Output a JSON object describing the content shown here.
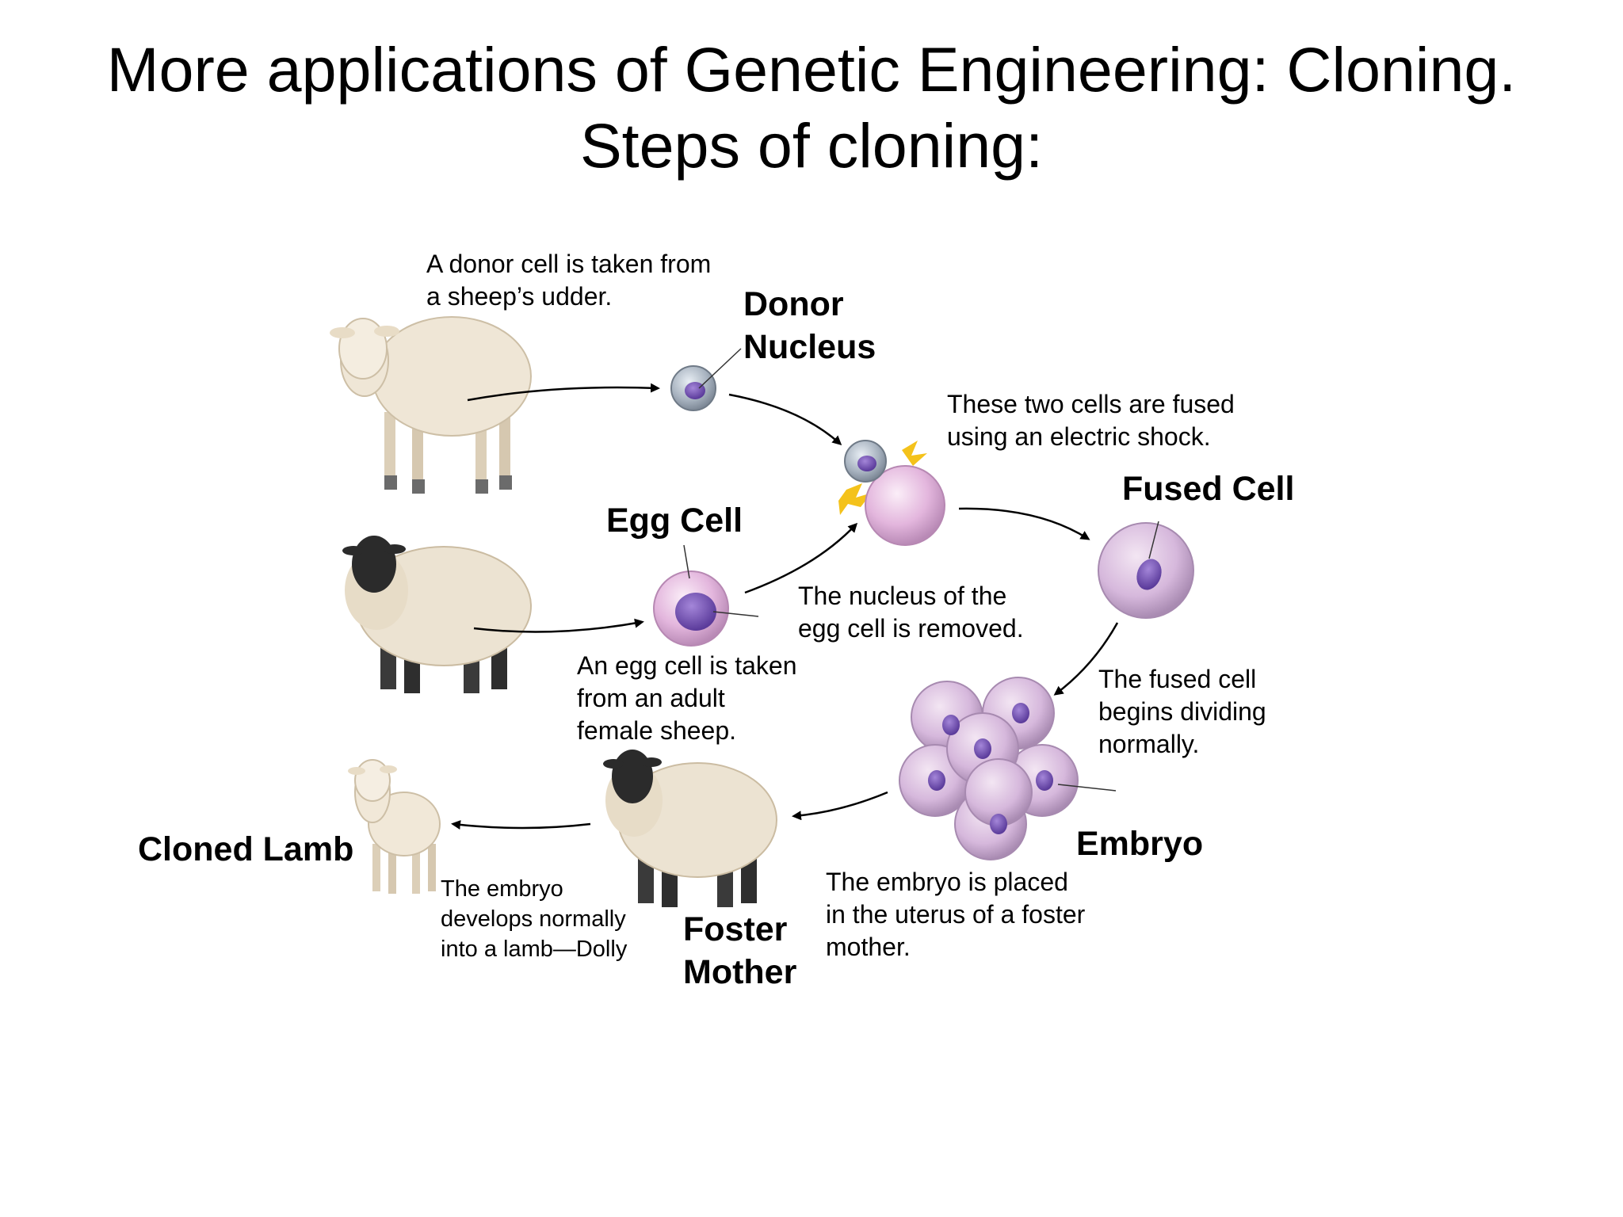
{
  "slide": {
    "title_line1": "More applications of Genetic Engineering: Cloning.",
    "title_line2": "Steps of cloning:"
  },
  "labels": {
    "donor_nucleus": [
      "Donor",
      "Nucleus"
    ],
    "egg_cell": "Egg Cell",
    "fused_cell": "Fused Cell",
    "embryo": "Embryo",
    "foster_mother": [
      "Foster",
      "Mother"
    ],
    "cloned_lamb": "Cloned Lamb"
  },
  "notes": {
    "donor_cell": [
      "A donor cell is taken from",
      "a sheep’s udder."
    ],
    "fused": [
      "These two cells are fused",
      "using an electric shock."
    ],
    "nucleus_removed": [
      "The nucleus of the",
      "egg cell is removed."
    ],
    "egg_taken": [
      "An egg cell is taken",
      "from an adult",
      "female sheep."
    ],
    "dividing": [
      "The fused cell",
      "begins dividing",
      "normally."
    ],
    "placed": [
      "The embryo is placed",
      "in the uterus of a foster",
      "mother."
    ],
    "develops": [
      "The embryo",
      "develops normally",
      "into a lamb—Dolly"
    ]
  },
  "colors": {
    "white_wool": "#efe6d6",
    "dark_face": "#2b2b2b",
    "cell_pink": "#e3b6dd",
    "nucleus_purple": "#7a55b5",
    "donor_gray": "#9aa7b5",
    "spark_yellow": "#f4c21b"
  }
}
